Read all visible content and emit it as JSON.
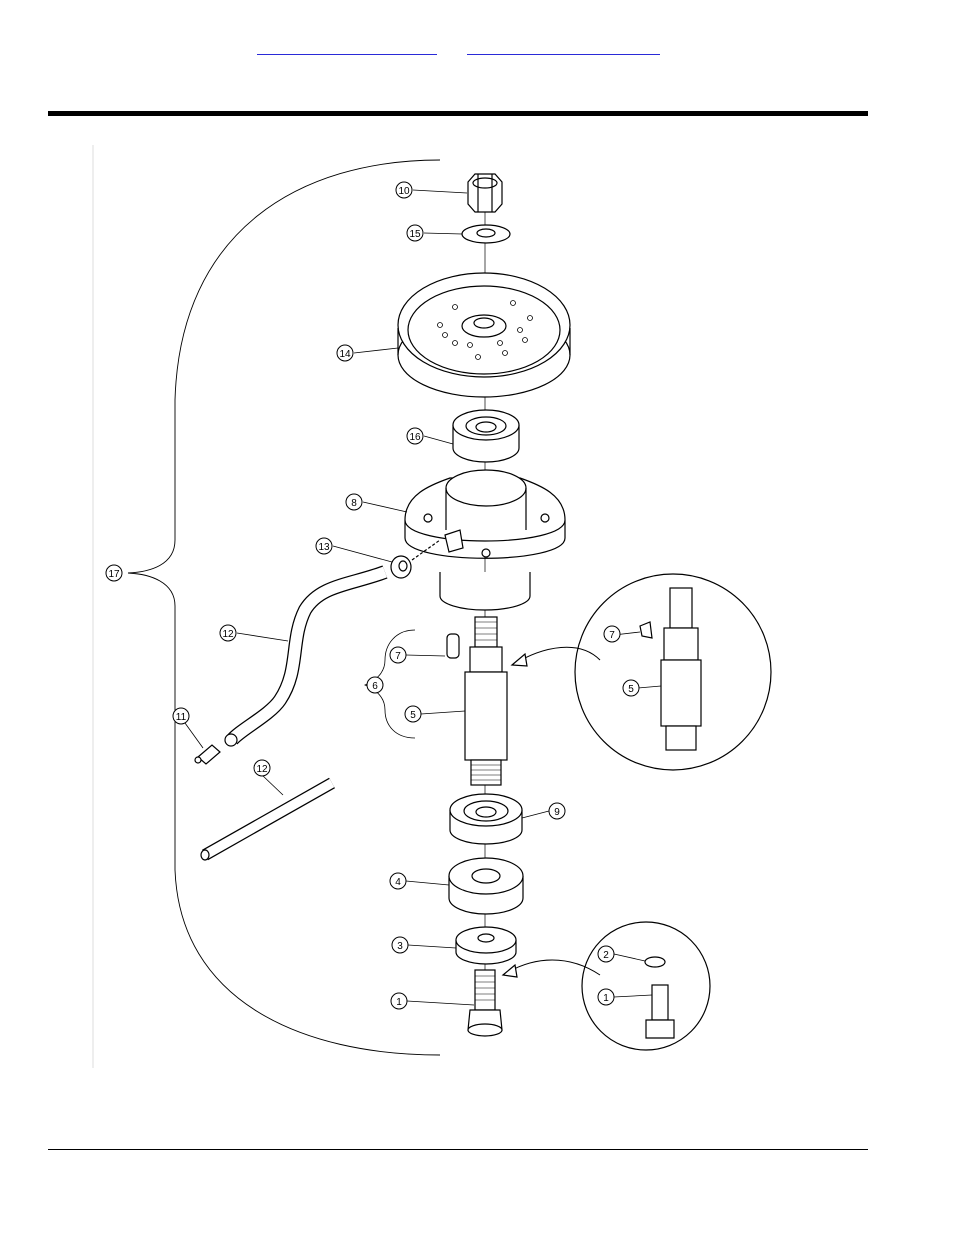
{
  "nav": {
    "link1": "",
    "link2": ""
  },
  "callouts": {
    "c10": "10",
    "c15": "15",
    "c14": "14",
    "c16": "16",
    "c8": "8",
    "c13": "13",
    "c17": "17",
    "c12a": "12",
    "c11": "11",
    "c12b": "12",
    "c7a": "7",
    "c6": "6",
    "c5a": "5",
    "c7b": "7",
    "c5b": "5",
    "c9": "9",
    "c4": "4",
    "c3": "3",
    "c1a": "1",
    "c2": "2",
    "c1b": "1"
  }
}
